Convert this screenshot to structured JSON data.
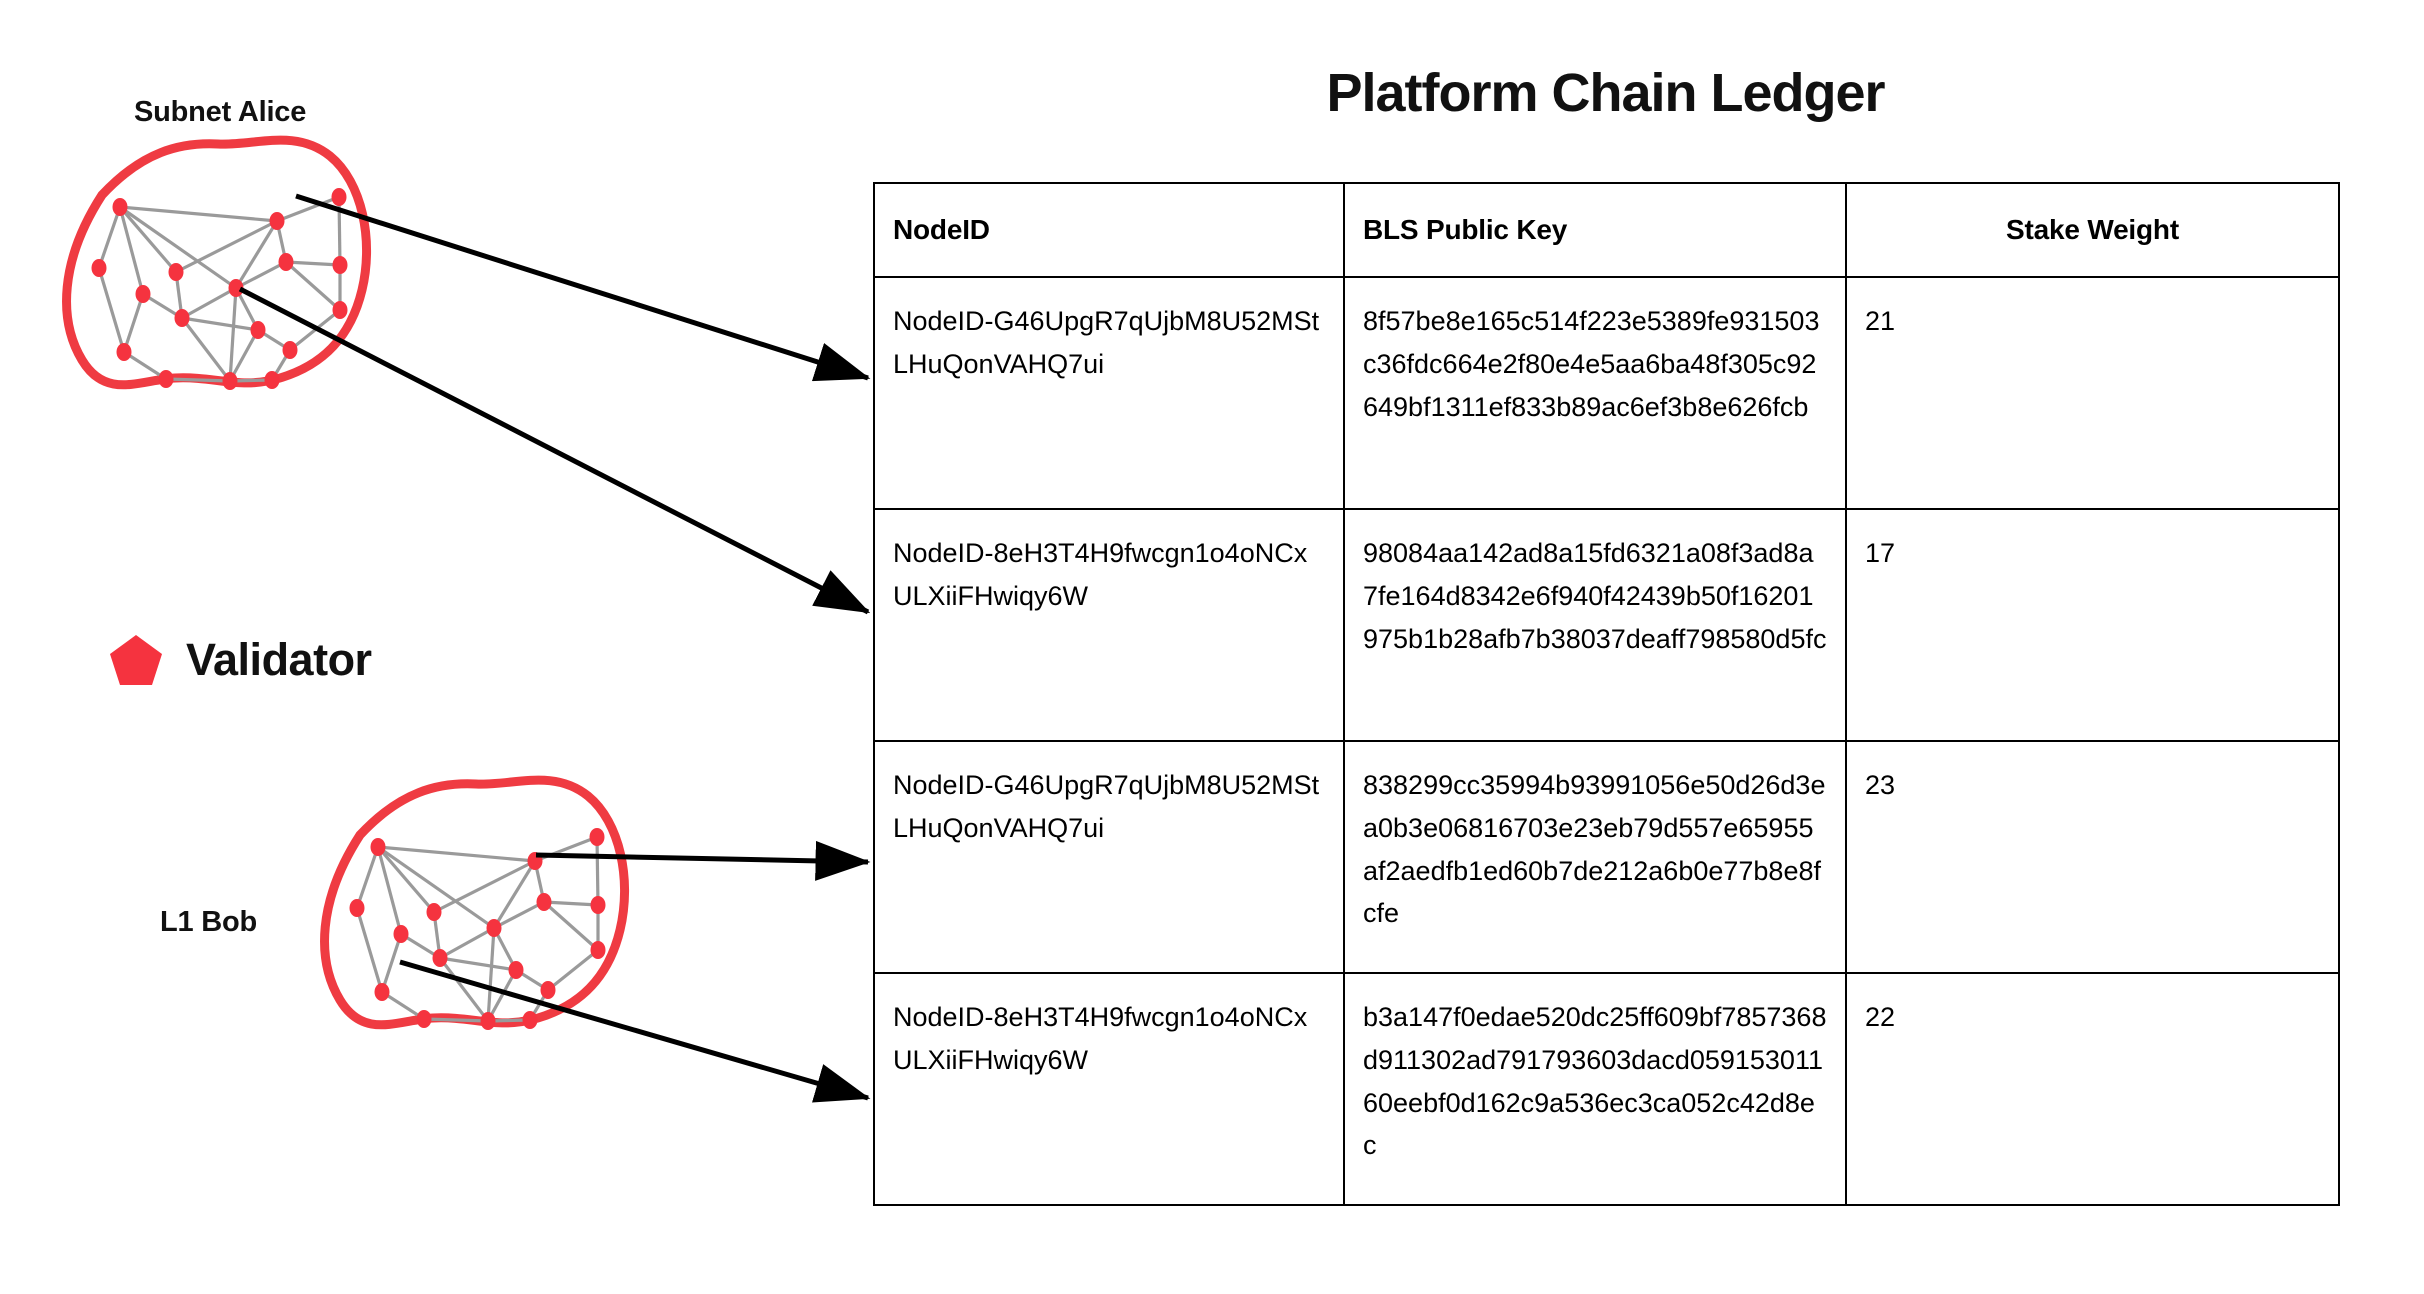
{
  "diagram": {
    "subnet_alice_label": "Subnet Alice",
    "l1_bob_label": "L1 Bob",
    "legend": {
      "icon": "pentagon-icon",
      "label": "Validator"
    },
    "colors": {
      "validator_red": "#f5333f",
      "blob_outline_red": "#ef3b42",
      "graph_edge_gray": "#9a9a9a",
      "arrow_black": "#000000",
      "text_black": "#111111"
    }
  },
  "ledger": {
    "title": "Platform Chain Ledger",
    "columns": [
      {
        "key": "nodeid",
        "label": "NodeID",
        "align": "left"
      },
      {
        "key": "bls",
        "label": "BLS Public Key",
        "align": "left"
      },
      {
        "key": "stake",
        "label": "Stake Weight",
        "align": "center"
      }
    ],
    "rows": [
      {
        "nodeid": "NodeID-G46UpgR7qUjbM8U52MStLHuQonVAHQ7ui",
        "bls": "8f57be8e165c514f223e5389fe931503c36fdc664e2f80e4e5aa6ba48f305c92649bf1311ef833b89ac6ef3b8e626fcb",
        "stake": "21"
      },
      {
        "nodeid": "NodeID-8eH3T4H9fwcgn1o4oNCxULXiiFHwiqy6W",
        "bls": "98084aa142ad8a15fd6321a08f3ad8a7fe164d8342e6f940f42439b50f16201975b1b28afb7b38037deaff798580d5fc",
        "stake": "17"
      },
      {
        "nodeid": "NodeID-G46UpgR7qUjbM8U52MStLHuQonVAHQ7ui",
        "bls": "838299cc35994b93991056e50d26d3ea0b3e06816703e23eb79d557e65955af2aedfb1ed60b7de212a6b0e77b8e8fcfe",
        "stake": "23"
      },
      {
        "nodeid": "NodeID-8eH3T4H9fwcgn1o4oNCxULXiiFHwiqy6W",
        "bls": "b3a147f0edae520dc25ff609bf7857368d911302ad791793603dacd05915301160eebf0d162c9a536ec3ca052c42d8ec",
        "stake": "22"
      }
    ]
  }
}
